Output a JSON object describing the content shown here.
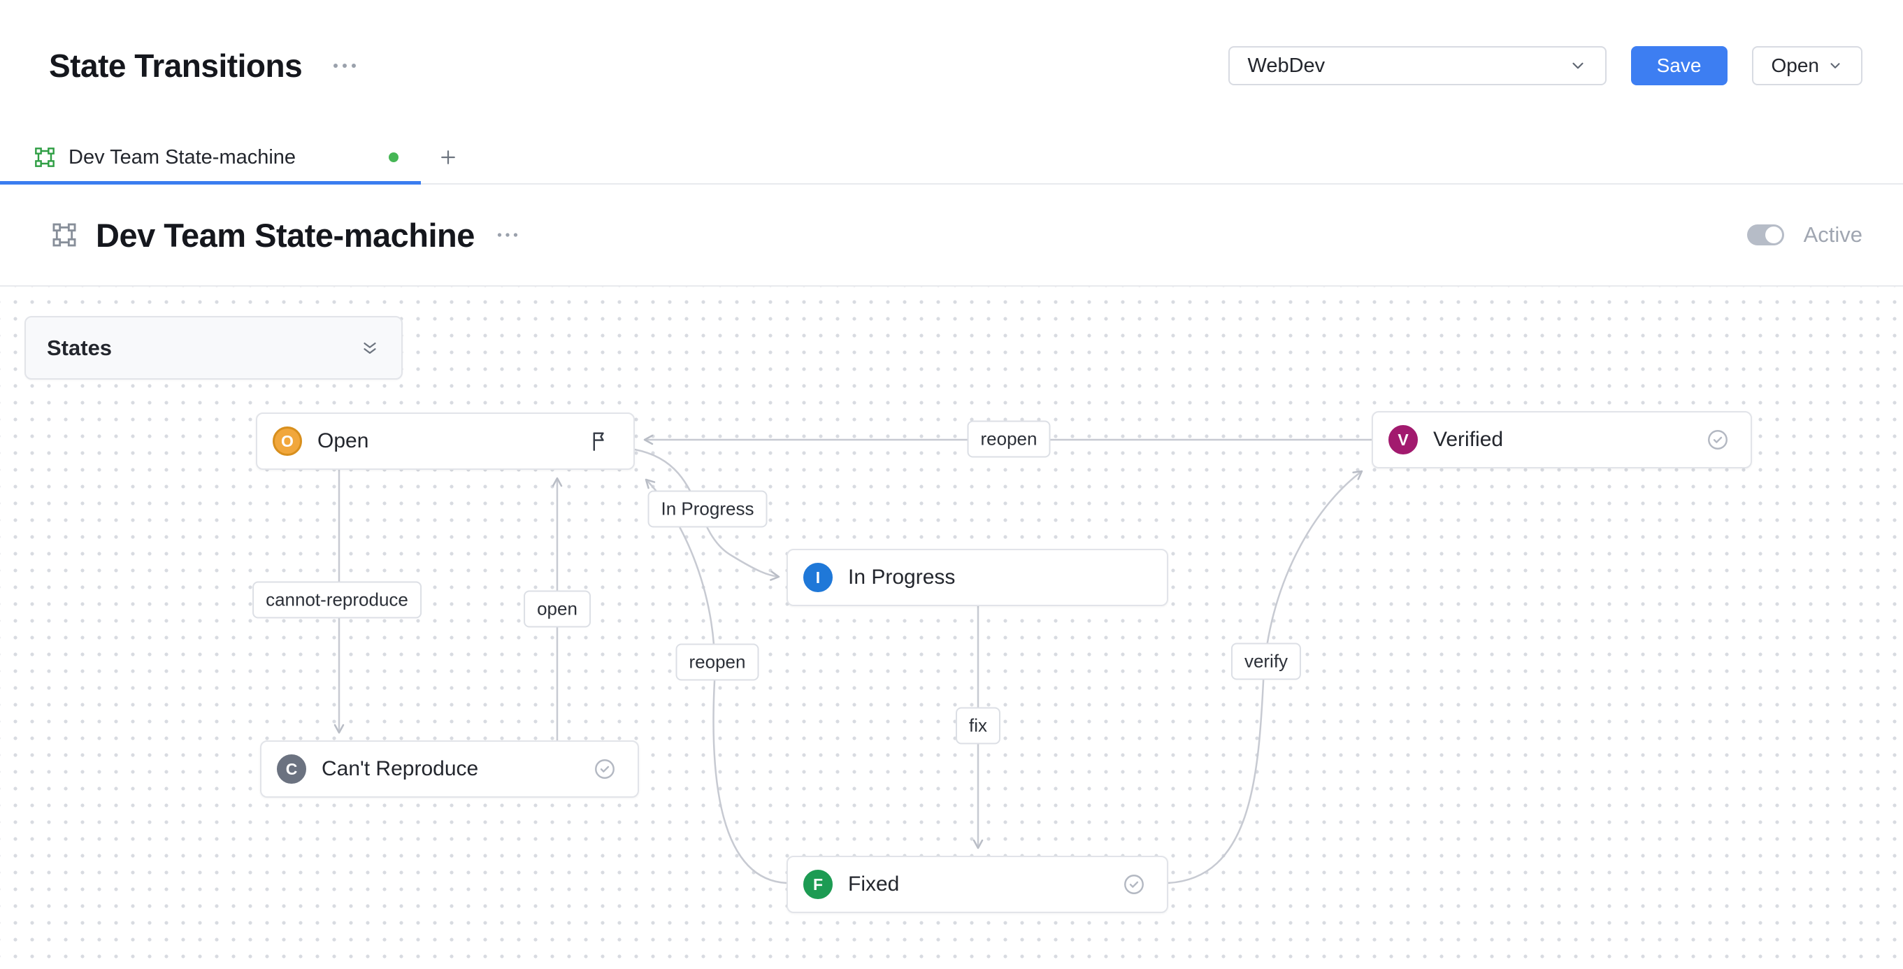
{
  "header": {
    "title": "State Transitions",
    "workspace_select": {
      "value": "WebDev"
    },
    "save_button": "Save",
    "open_button": "Open"
  },
  "tabs": {
    "active_tab": {
      "label": "Dev Team State-machine",
      "status": "active"
    }
  },
  "section": {
    "title": "Dev Team State-machine",
    "toggle_label": "Active",
    "toggle_on": true
  },
  "canvas": {
    "states_panel": {
      "label": "States"
    },
    "nodes": [
      {
        "id": "open",
        "letter": "O",
        "label": "Open",
        "color": "#f1a73c",
        "ring": "#d88f1d",
        "icon": "flag"
      },
      {
        "id": "verified",
        "letter": "V",
        "label": "Verified",
        "color": "#a21a6e",
        "ring": "#a21a6e",
        "icon": "check-circle"
      },
      {
        "id": "in-progress",
        "letter": "I",
        "label": "In Progress",
        "color": "#1f78d8",
        "ring": "#1f78d8",
        "icon": null
      },
      {
        "id": "cant-reproduce",
        "letter": "C",
        "label": "Can't Reproduce",
        "color": "#6b7280",
        "ring": "#6b7280",
        "icon": "check-circle"
      },
      {
        "id": "fixed",
        "letter": "F",
        "label": "Fixed",
        "color": "#1d9b53",
        "ring": "#1d9b53",
        "icon": "check-circle"
      }
    ],
    "transitions": [
      {
        "from": "Verified",
        "to": "Open",
        "label": "reopen"
      },
      {
        "from": "Open",
        "to": "In Progress",
        "label": "In Progress"
      },
      {
        "from": "Open",
        "to": "Can't Reproduce",
        "label": "cannot-reproduce"
      },
      {
        "from": "Can't Reproduce",
        "to": "Open",
        "label": "open"
      },
      {
        "from": "In Progress",
        "to": "Fixed",
        "label": "fix"
      },
      {
        "from": "Fixed",
        "to": "Open",
        "label": "reopen"
      },
      {
        "from": "Fixed",
        "to": "Verified",
        "label": "verify"
      }
    ]
  },
  "colors": {
    "accent": "#3b7df0",
    "edge": "#c7cad2",
    "tab_icon": "#2f9e44",
    "status_dot": "#46b655",
    "save_button": "#3d7ef2"
  }
}
